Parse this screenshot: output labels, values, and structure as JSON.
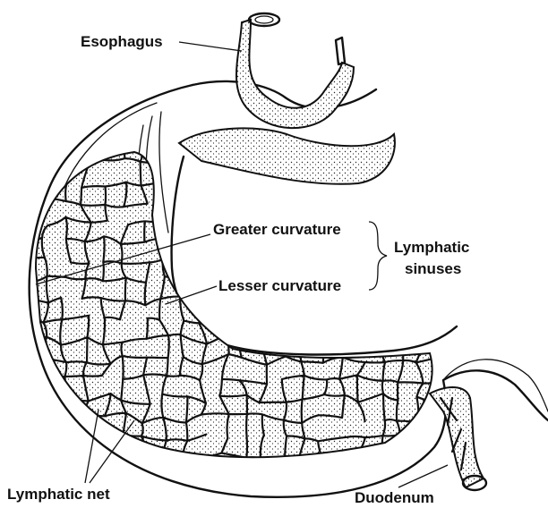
{
  "labels": {
    "esophagus": "Esophagus",
    "greater_curvature": "Greater curvature",
    "lesser_curvature": "Lesser curvature",
    "lymphatic_sinuses_line1": "Lymphatic",
    "lymphatic_sinuses_line2": "sinuses",
    "lymphatic_net": "Lymphatic net",
    "duodenum": "Duodenum"
  },
  "colors": {
    "ink": "#111111",
    "background": "#ffffff"
  }
}
